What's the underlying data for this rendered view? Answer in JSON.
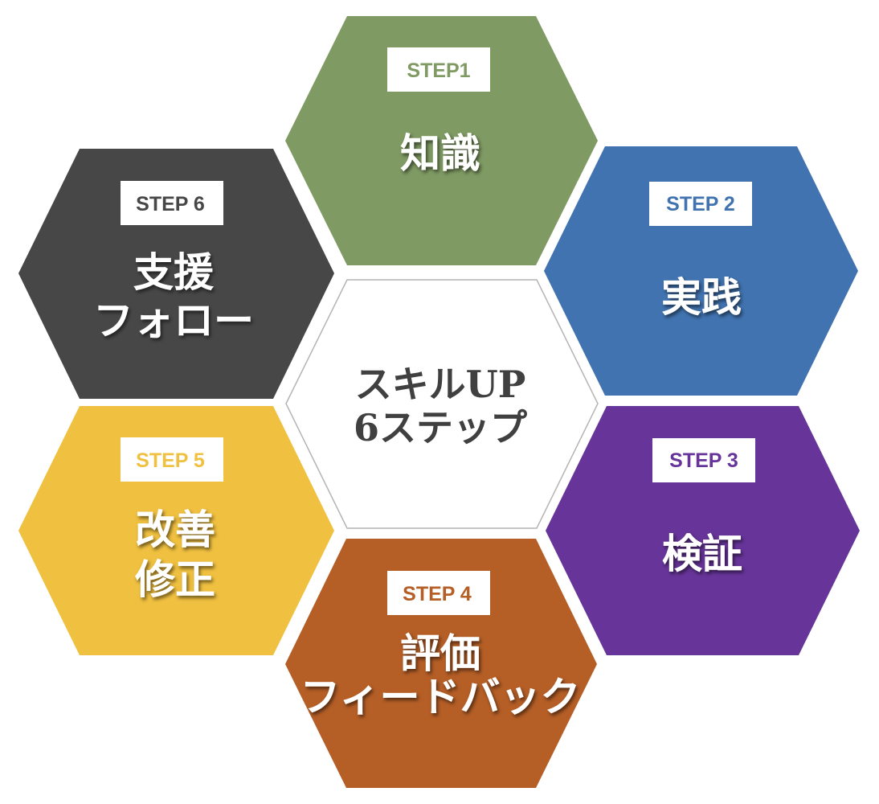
{
  "center": {
    "lines": [
      "スキルUP",
      "6ステップ"
    ],
    "fill": "#ffffff",
    "stroke": "#b4b4b4",
    "text_color": "#404040"
  },
  "steps": [
    {
      "badge": "STEP1",
      "title_lines": [
        "知識"
      ],
      "color": "#7f9a63"
    },
    {
      "badge": "STEP 2",
      "title_lines": [
        "実践"
      ],
      "color": "#4173b0"
    },
    {
      "badge": "STEP 3",
      "title_lines": [
        "検証"
      ],
      "color": "#673499"
    },
    {
      "badge": "STEP 4",
      "title_lines": [
        "評価",
        "フィードバック"
      ],
      "color": "#b55e26"
    },
    {
      "badge": "STEP 5",
      "title_lines": [
        "改善",
        "修正"
      ],
      "color": "#f0c040"
    },
    {
      "badge": "STEP 6",
      "title_lines": [
        "支援",
        "フォロー"
      ],
      "color": "#474747"
    }
  ]
}
